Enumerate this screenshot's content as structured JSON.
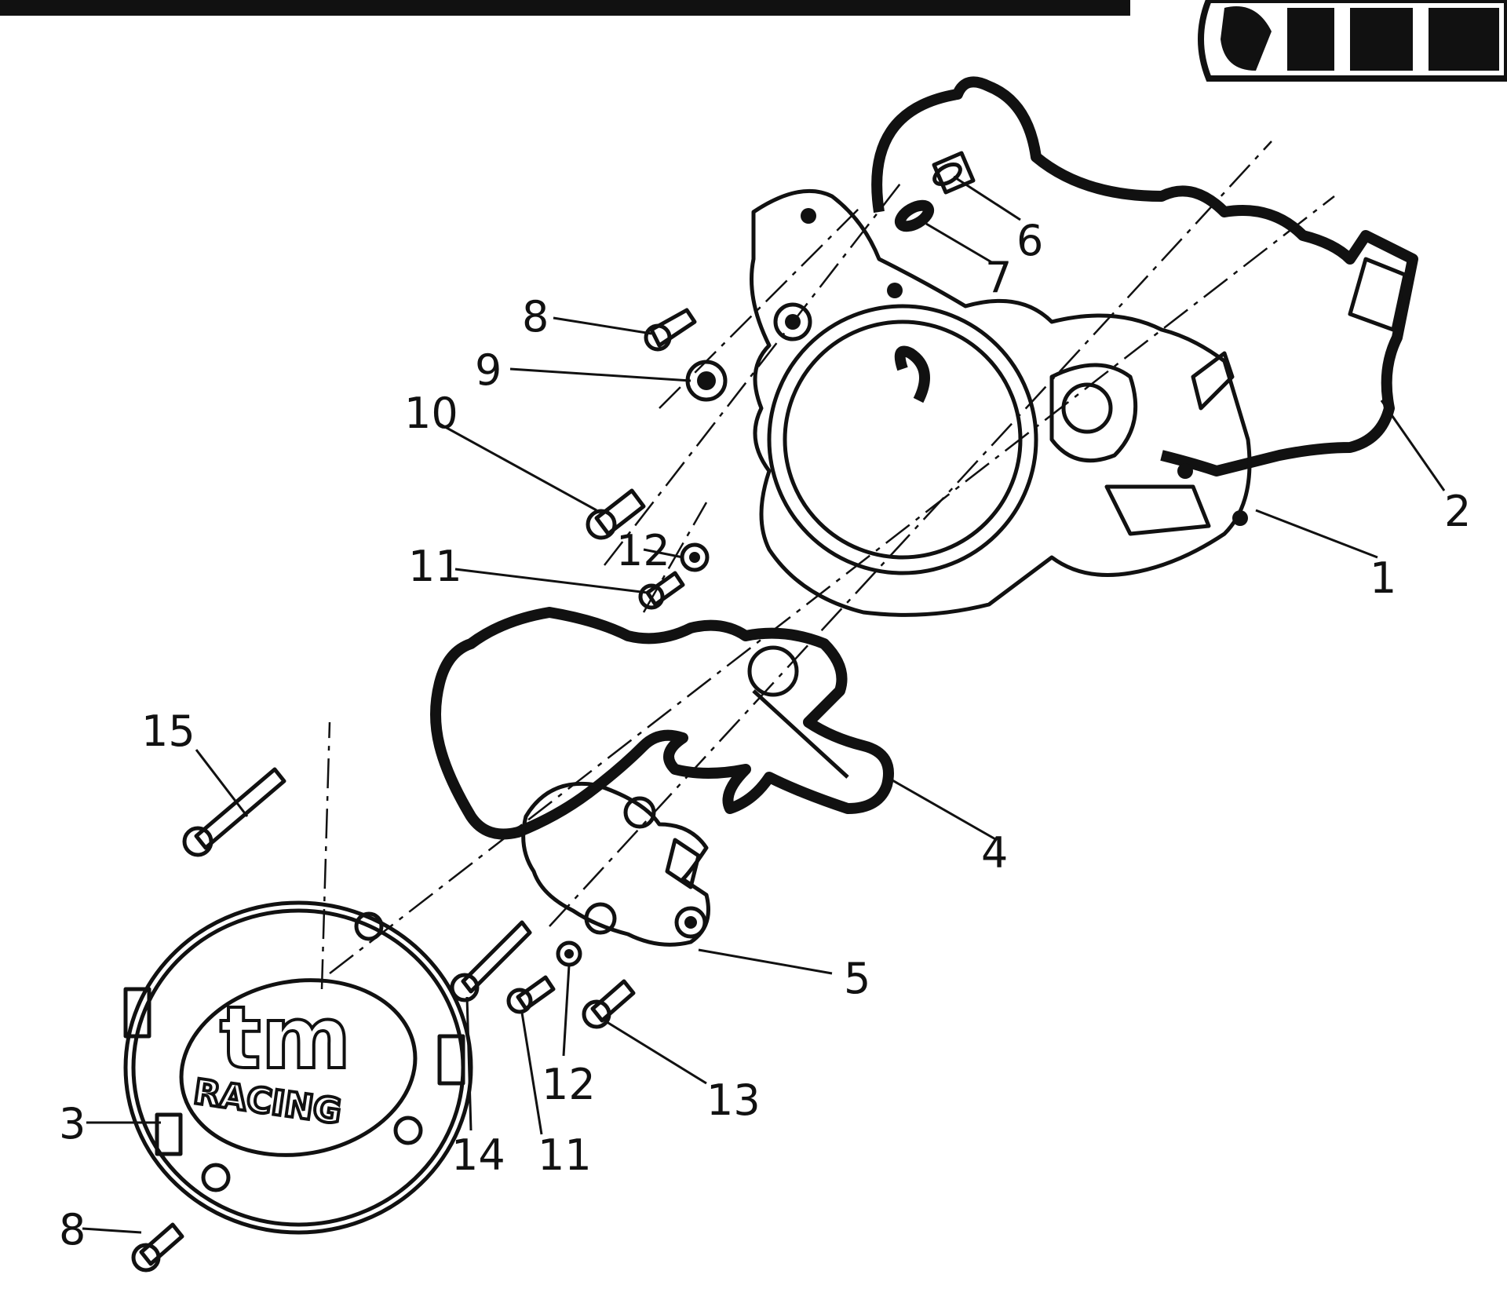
{
  "callouts": [
    {
      "id": "c1",
      "label": "1"
    },
    {
      "id": "c2",
      "label": "2"
    },
    {
      "id": "c3",
      "label": "3"
    },
    {
      "id": "c4",
      "label": "4"
    },
    {
      "id": "c5",
      "label": "5"
    },
    {
      "id": "c6",
      "label": "6"
    },
    {
      "id": "c7",
      "label": "7"
    },
    {
      "id": "c8a",
      "label": "8"
    },
    {
      "id": "c8b",
      "label": "8"
    },
    {
      "id": "c9",
      "label": "9"
    },
    {
      "id": "c10",
      "label": "10"
    },
    {
      "id": "c11a",
      "label": "11"
    },
    {
      "id": "c11b",
      "label": "11"
    },
    {
      "id": "c12a",
      "label": "12"
    },
    {
      "id": "c12b",
      "label": "12"
    },
    {
      "id": "c13",
      "label": "13"
    },
    {
      "id": "c14",
      "label": "14"
    },
    {
      "id": "c15",
      "label": "15"
    }
  ],
  "logo": {
    "brand": "tm",
    "subtitle": "RACING"
  }
}
